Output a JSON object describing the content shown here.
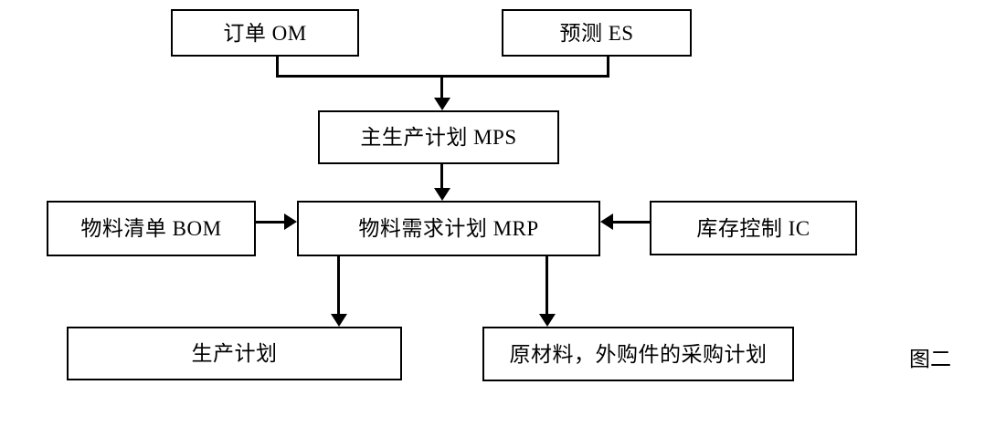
{
  "diagram": {
    "title_caption": "图二",
    "nodes": {
      "order_management": {
        "label": "订单 OM"
      },
      "forecast": {
        "label": "预测 ES"
      },
      "master_production_schedule": {
        "label": "主生产计划 MPS"
      },
      "bill_of_materials": {
        "label": "物料清单 BOM"
      },
      "material_requirements_planning": {
        "label": "物料需求计划 MRP"
      },
      "inventory_control": {
        "label": "库存控制 IC"
      },
      "production_plan": {
        "label": "生产计划"
      },
      "purchasing_plan": {
        "label": "原材料，外购件的采购计划"
      }
    },
    "edges": [
      {
        "from": "order_management",
        "to": "master_production_schedule",
        "direction": "down"
      },
      {
        "from": "forecast",
        "to": "master_production_schedule",
        "direction": "down"
      },
      {
        "from": "master_production_schedule",
        "to": "material_requirements_planning",
        "direction": "down"
      },
      {
        "from": "bill_of_materials",
        "to": "material_requirements_planning",
        "direction": "right"
      },
      {
        "from": "inventory_control",
        "to": "material_requirements_planning",
        "direction": "left"
      },
      {
        "from": "material_requirements_planning",
        "to": "production_plan",
        "direction": "down"
      },
      {
        "from": "material_requirements_planning",
        "to": "purchasing_plan",
        "direction": "down"
      }
    ],
    "colors": {
      "stroke": "#000000",
      "fill": "#ffffff",
      "text": "#000000"
    }
  }
}
